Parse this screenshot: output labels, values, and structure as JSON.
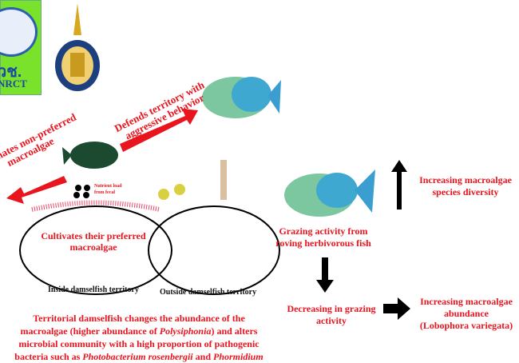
{
  "logos": {
    "nrct_thai": "วช.",
    "nrct": "NRCT"
  },
  "labels": {
    "defends": "Defends territory with aggressive behavior",
    "eliminates": "Eliminates non-preferred macroalgae",
    "nutrient": "Nutrient load from fecal",
    "cultivates": "Cultivates their preferred macroalgae",
    "inside": "Inside damselfish territory",
    "outside": "Outside damselfish territory",
    "grazing": "Grazing activity from roving herbivorous fish",
    "diversity": "Increasing macroalgae species diversity",
    "decreasing": "Decreasing in grazing activity",
    "abundance": "Increasing macroalgae abundance",
    "abundance_species": "(Lobophora variegata)"
  },
  "summary": {
    "p1": "Territorial damselfish changes the abundance of the",
    "p2a": "macroalgae (higher abundance of ",
    "p2b": "Polysiphonia",
    "p2c": ") and alters",
    "p3": "microbial community with a high proportion of pathogenic",
    "p4a": "bacteria such as ",
    "p4b": "Photobacterium rosenbergii",
    "p4c": " and ",
    "p4d": "Phormidium"
  },
  "colors": {
    "accent": "#e8141e",
    "logo_green": "#7be22b"
  }
}
